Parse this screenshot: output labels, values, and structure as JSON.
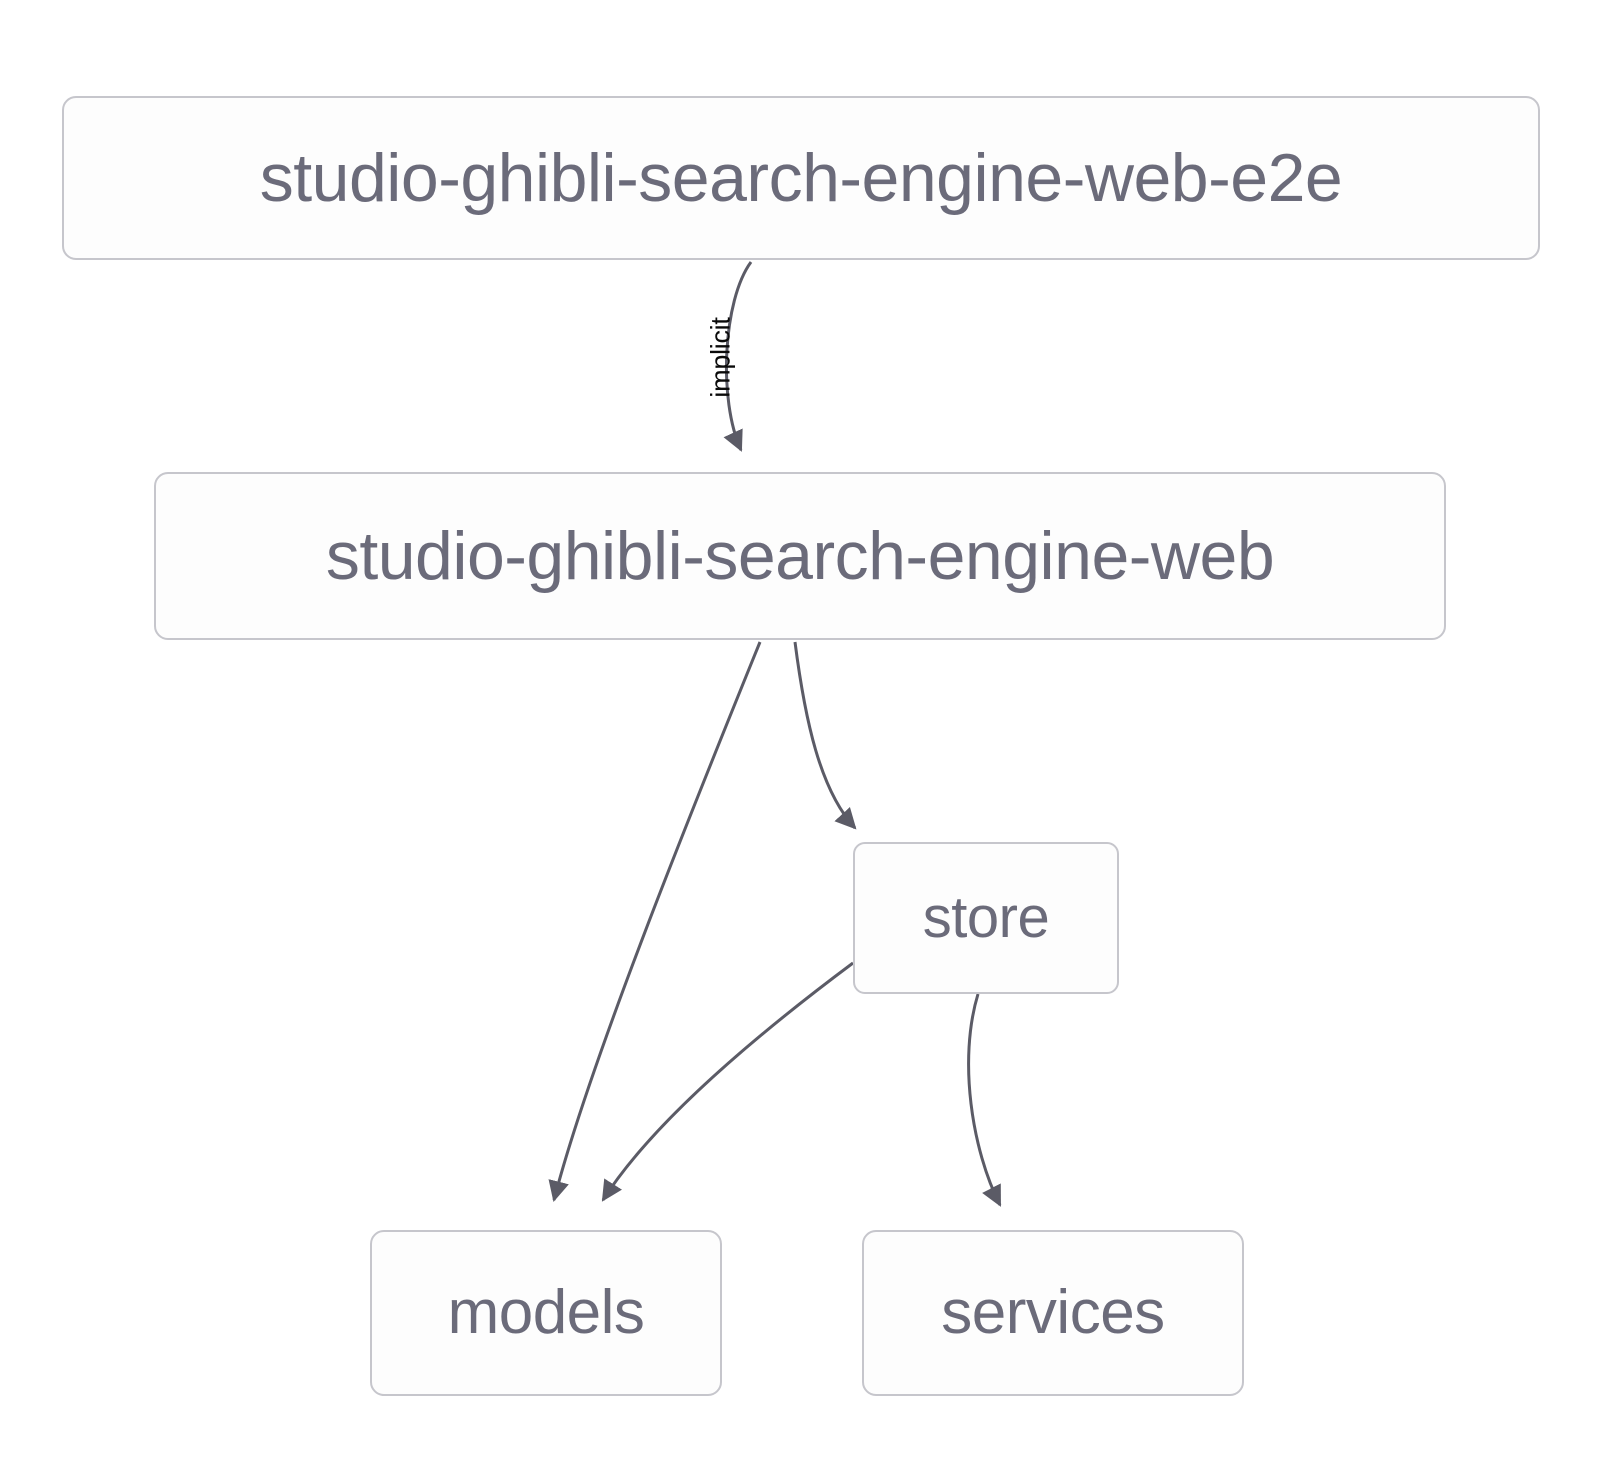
{
  "diagram": {
    "type": "dependency-graph",
    "background_color": "#ffffff",
    "node_border_color": "#c6c6cc",
    "node_text_color": "#6b6b7a",
    "edge_color": "#5b5b66",
    "edge_label_color": "#0a0a0a",
    "nodes": [
      {
        "id": "root",
        "label": "studio-ghibli-search-engine-web-e2e"
      },
      {
        "id": "web",
        "label": "studio-ghibli-search-engine-web"
      },
      {
        "id": "store",
        "label": "store"
      },
      {
        "id": "models",
        "label": "models"
      },
      {
        "id": "services",
        "label": "services"
      }
    ],
    "edges": [
      {
        "from": "root",
        "to": "web",
        "label": "implicit"
      },
      {
        "from": "web",
        "to": "models",
        "label": ""
      },
      {
        "from": "web",
        "to": "store",
        "label": ""
      },
      {
        "from": "store",
        "to": "models",
        "label": ""
      },
      {
        "from": "store",
        "to": "services",
        "label": ""
      }
    ]
  }
}
